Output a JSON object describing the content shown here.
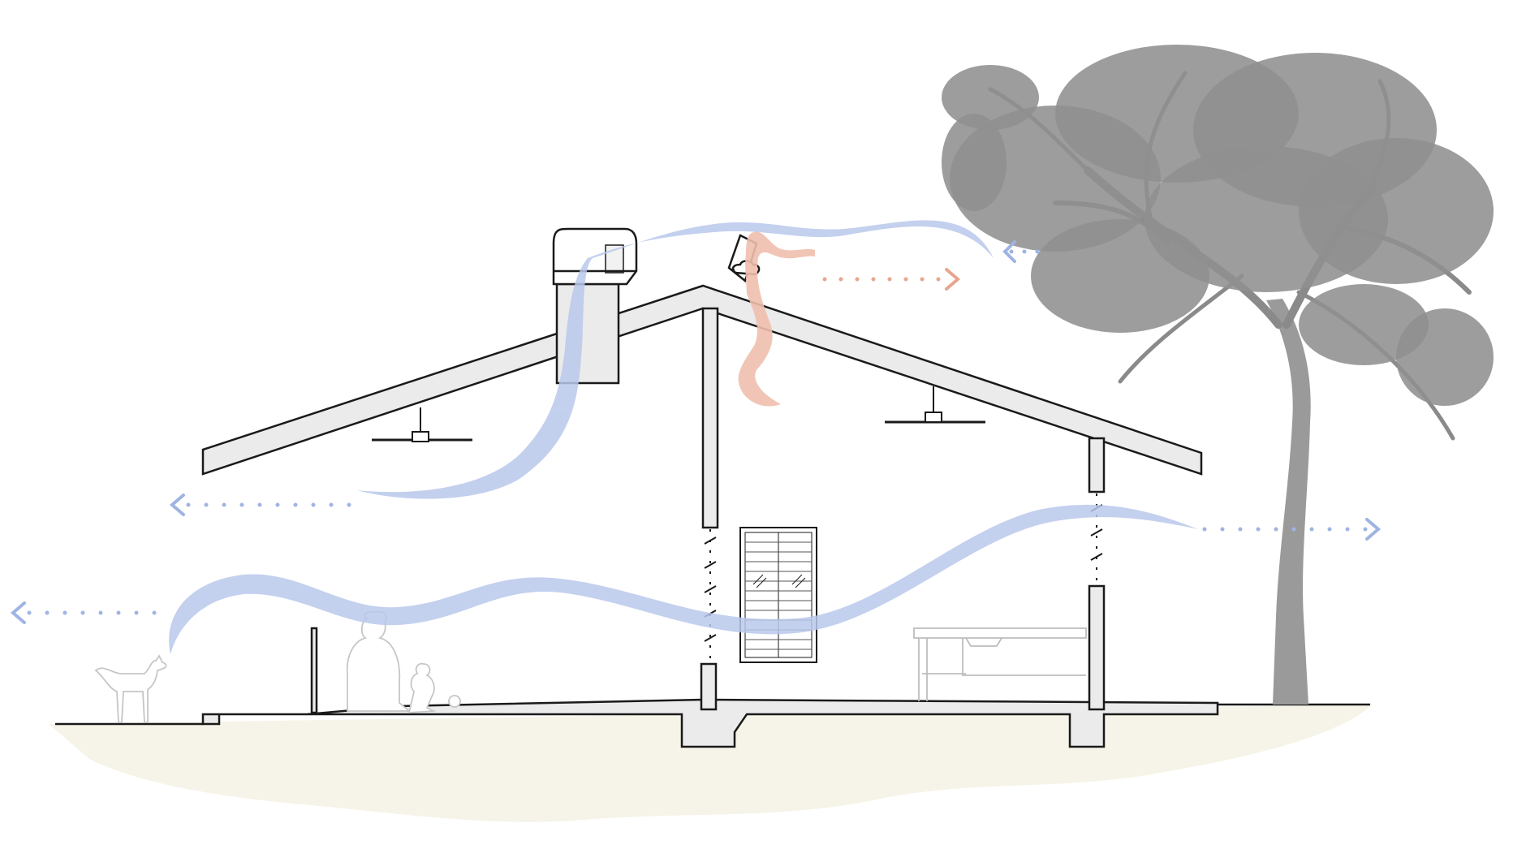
{
  "diagram": {
    "kind": "architectural-section",
    "labels": [],
    "colors": {
      "background": "#ffffff",
      "ground_fill": "#f6f4e8",
      "building_fill": "#ebebeb",
      "outline": "#1a1a1a",
      "cool_airflow": "#b9c8eb",
      "cool_arrow": "#9fb4e3",
      "warm_airflow": "#efbfae",
      "warm_arrow": "#e8a58f",
      "tree": "#8f8f8f",
      "people_outline": "#c6c6c6"
    },
    "elements": {
      "roof_vent": "roof-ventilator",
      "flue": "wood-heater-flue",
      "ceiling_fans": 2,
      "window": "louvre-window",
      "furniture": "kitchen-bench",
      "figures": [
        "dog",
        "adult",
        "child"
      ],
      "tree": "eucalyptus"
    },
    "airflows": [
      {
        "name": "cool-breeze-from-tree",
        "type": "cool",
        "direction": "left"
      },
      {
        "name": "stack-exhaust",
        "type": "cool",
        "direction": "up"
      },
      {
        "name": "cross-flow-low",
        "type": "cool",
        "direction": "left"
      },
      {
        "name": "cross-flow-high",
        "type": "cool",
        "direction": "right"
      },
      {
        "name": "warm-exhaust",
        "type": "warm",
        "direction": "right"
      }
    ]
  }
}
